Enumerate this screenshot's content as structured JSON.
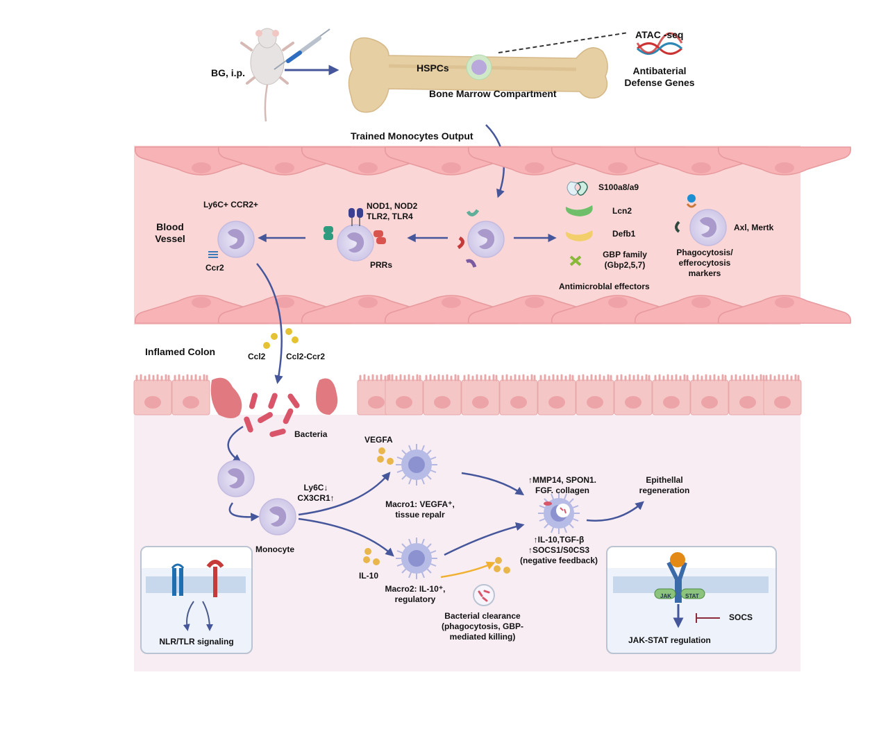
{
  "top": {
    "injection_label": "BG, i.p.",
    "hspc_label": "HSPCs",
    "bone_label": "Bone Marrow Compartment",
    "atac_label": "ATAC -seq",
    "genes_label_line1": "Antibaterial",
    "genes_label_line2": "Defense Genes",
    "output_label": "Trained Monocytes Output"
  },
  "vessel": {
    "title_line1": "Blood",
    "title_line2": "Vessel",
    "ly6c_label": "Ly6C+ CCR2+",
    "ccr2_label": "Ccr2",
    "prr_receptors_line1": "NOD1, NOD2",
    "prr_receptors_line2": "TLR2, TLR4",
    "prr_label": "PRRs",
    "effectors": [
      {
        "name": "S100a8/a9",
        "icon": "s100-protein-icon",
        "color": "#2f6b5c"
      },
      {
        "name": "Lcn2",
        "icon": "lcn2-protein-icon",
        "color": "#6fbf6a"
      },
      {
        "name": "Defb1",
        "icon": "defb1-protein-icon",
        "color": "#f2cf6b"
      },
      {
        "name": "GBP family",
        "sub": "(Gbp2,5,7)",
        "icon": "gbp-cross-icon",
        "color": "#8ab83a"
      }
    ],
    "effectors_title": "Antimicroblal effectors",
    "axl_label": "Axl, Mertk",
    "phago_line1": "Phagocytosis/",
    "phago_line2": "efferocytosis",
    "phago_line3": "markers"
  },
  "colon": {
    "title": "Inflamed Colon",
    "ccl2_label": "Ccl2",
    "ccl2_ccr2_label": "Ccl2-Ccr2",
    "bacteria_label": "Bacteria",
    "ly6c_line1": "Ly6C↓",
    "ly6c_line2": "CX3CR1↑",
    "monocyte_label": "Monocyte",
    "vegfa_label": "VEGFA",
    "macro1_line1": "Macro1: VEGFA⁺,",
    "macro1_line2": "tissue repalr",
    "il10_label": "IL-10",
    "macro2_line1": "Macro2: IL-10⁺,",
    "macro2_line2": "regulatory",
    "mmp_line1": "↑MMP14, SPON1.",
    "mmp_line2": "FGF. collagen",
    "epi_line1": "Epithellal",
    "epi_line2": "regeneration",
    "il10_tgf_line1": "↑IL-10,TGF-β",
    "il10_tgf_line2": "↑SOCS1/S0CS3",
    "il10_tgf_line3": "(negative feedback)",
    "clearance_line1": "Bacterial clearance",
    "clearance_line2": "(phagocytosis, GBP-",
    "clearance_line3": "mediated killing)"
  },
  "panels": {
    "nlr_title": "NLR/TLR signaling",
    "jak_title": "JAK-STAT regulation",
    "jak_label": "JAK",
    "stat_label": "STAT",
    "socs_label": "SOCS"
  },
  "colors": {
    "arrow": "#45569a",
    "vessel_bg": "#fbd6d6",
    "endothelium": "#f7b3b5",
    "colon_bg": "#f8edf3",
    "epithelium": "#f5c6c6",
    "bacteria": "#d9566a",
    "cell": "#d9d4ee",
    "nucleus": "#a99acb",
    "ligand": "#e8b64a"
  }
}
